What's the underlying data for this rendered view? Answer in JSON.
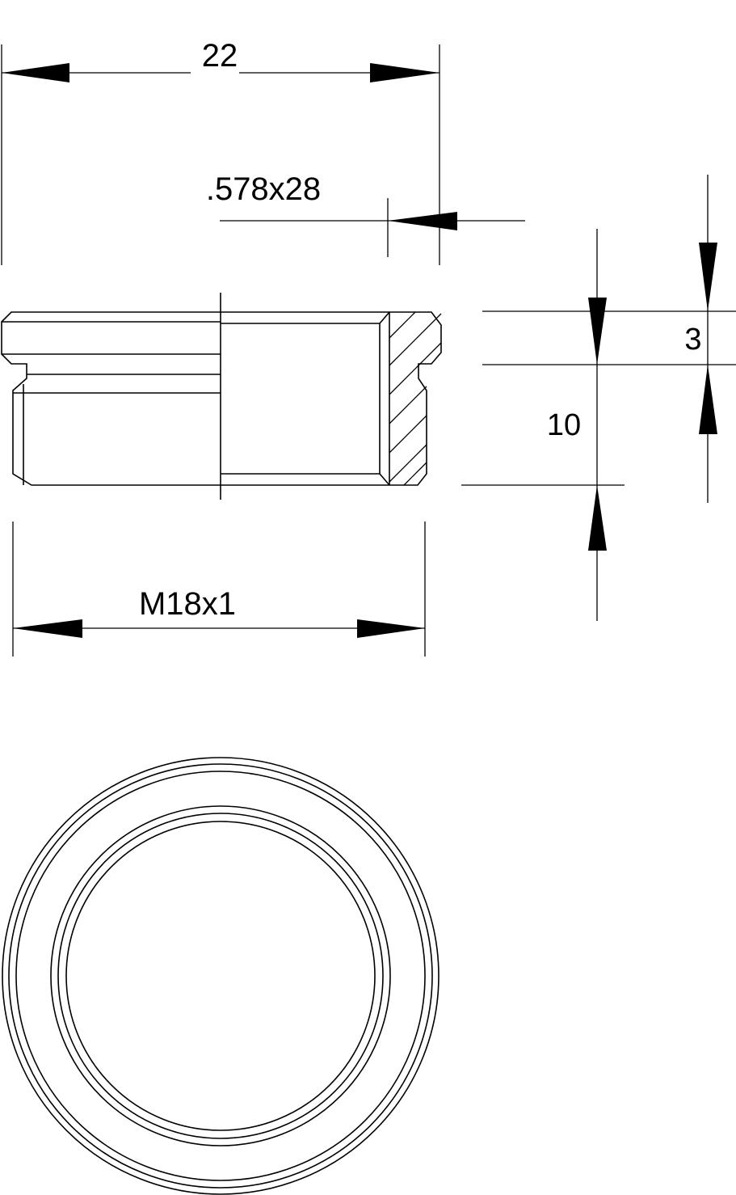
{
  "drawing": {
    "dimensions": {
      "overall_length": "22",
      "inner_thread": ".578x28",
      "outer_thread": "M18x1",
      "flange_height": "3",
      "body_height": "10"
    },
    "colors": {
      "line": "#000000",
      "background": "#ffffff"
    }
  }
}
